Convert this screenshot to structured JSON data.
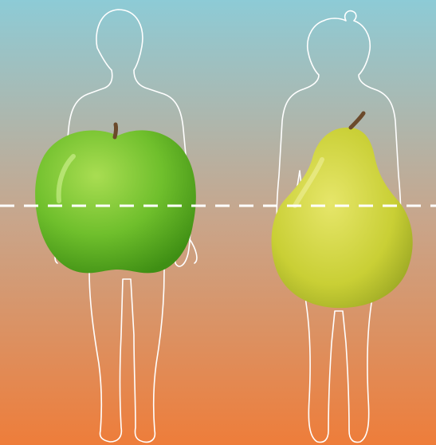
{
  "colors": {
    "background_top": "#8dcbd6",
    "background_mid": "#c9a58a",
    "background_bottom": "#ee7d3a",
    "outline": "#ffffff",
    "divider": "#ffffff",
    "apple_light": "#a9dd52",
    "apple_base": "#6fbf2c",
    "apple_dark": "#3f8f14",
    "pear_light": "#e6e66a",
    "pear_base": "#c9cf35",
    "pear_dark": "#8f9d1f",
    "stem": "#6b4a2b"
  },
  "figures": [
    {
      "name": "male-silhouette",
      "overlay": "apple"
    },
    {
      "name": "female-silhouette",
      "overlay": "pear"
    }
  ],
  "divider": {
    "style": "dashed"
  }
}
